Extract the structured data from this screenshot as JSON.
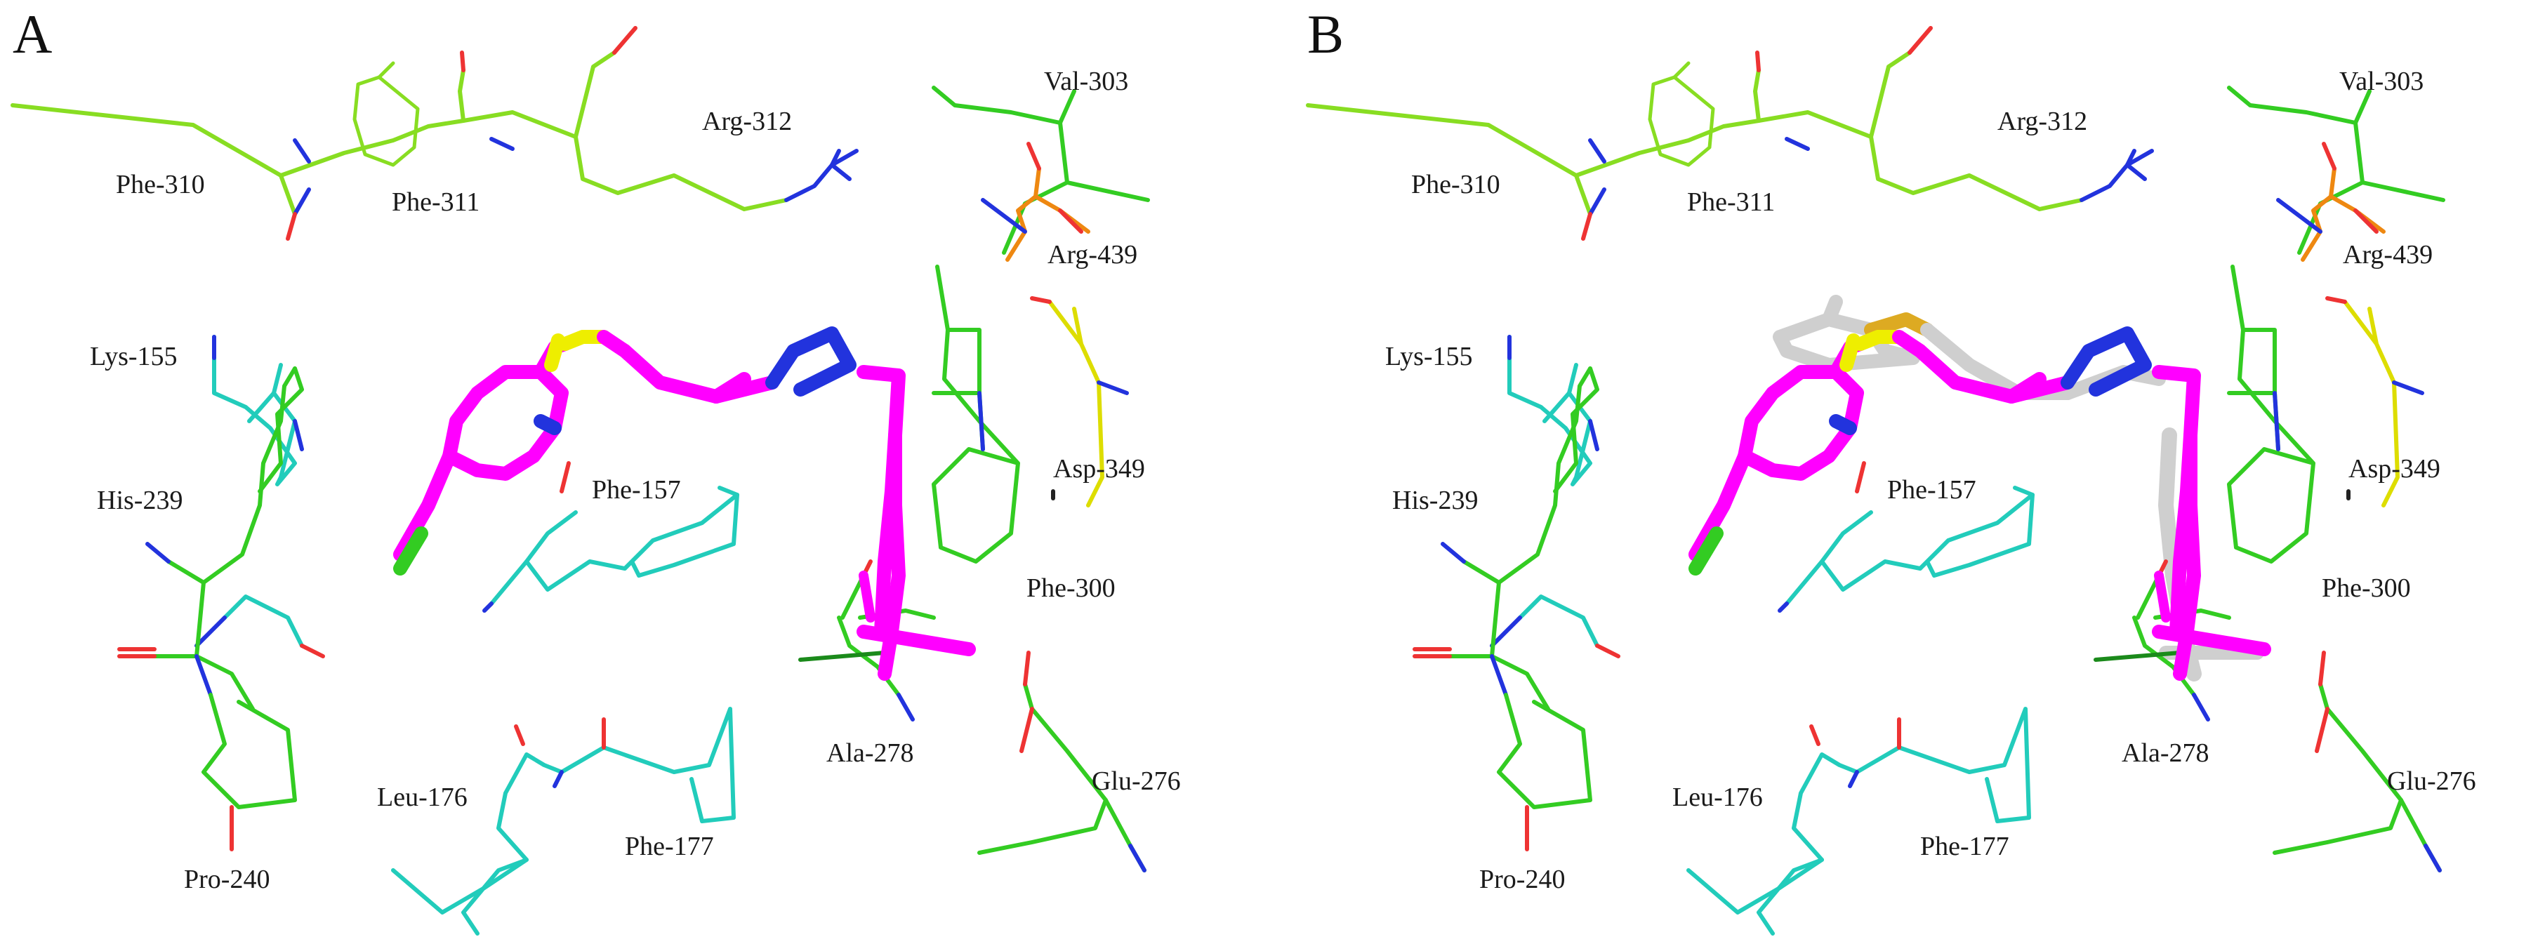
{
  "figure": {
    "panels": [
      {
        "id": "A",
        "label": "A",
        "show_overlay": false,
        "residues": {
          "phe310": "Phe-310",
          "phe311": "Phe-311",
          "arg312": "Arg-312",
          "val303": "Val-303",
          "arg439": "Arg-439",
          "lys155": "Lys-155",
          "his239": "His-239",
          "phe157": "Phe-157",
          "asp349": "Asp-349",
          "phe300": "Phe-300",
          "ala278": "Ala-278",
          "glu276": "Glu-276",
          "leu176": "Leu-176",
          "phe177": "Phe-177",
          "pro240": "Pro-240"
        }
      },
      {
        "id": "B",
        "label": "B",
        "show_overlay": true,
        "residues": {
          "phe310": "Phe-310",
          "phe311": "Phe-311",
          "arg312": "Arg-312",
          "val303": "Val-303",
          "arg439": "Arg-439",
          "lys155": "Lys-155",
          "his239": "His-239",
          "phe157": "Phe-157",
          "asp349": "Asp-349",
          "phe300": "Phe-300",
          "ala278": "Ala-278",
          "glu276": "Glu-276",
          "leu176": "Leu-176",
          "phe177": "Phe-177",
          "pro240": "Pro-240"
        }
      }
    ],
    "colors": {
      "carbon_green": "#33cc22",
      "carbon_lime": "#88dd22",
      "carbon_cyan": "#22ccbb",
      "carbon_orange": "#ee8811",
      "carbon_yellow": "#dddd00",
      "nitrogen": "#2233dd",
      "oxygen": "#ee2222",
      "ligand": "#ff00ff",
      "sulfur": "#eeee00",
      "chlorine": "#33cc11",
      "overlay": "#cfcfcf"
    }
  }
}
